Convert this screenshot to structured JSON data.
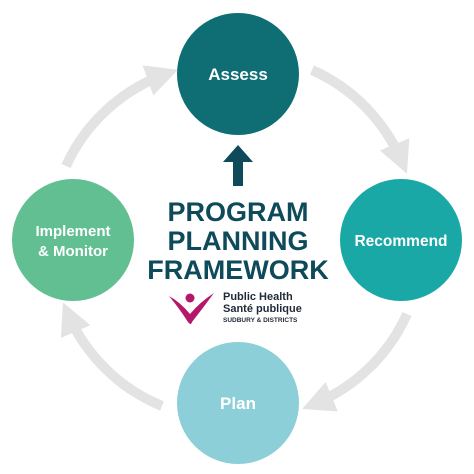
{
  "diagram": {
    "nodes": {
      "assess": {
        "label": "Assess",
        "color": "#0f6e73"
      },
      "recommend": {
        "label": "Recommend",
        "color": "#19a8a6"
      },
      "plan": {
        "label": "Plan",
        "color": "#8ccfd8"
      },
      "implement": {
        "line1": "Implement",
        "line2": "& Monitor",
        "color": "#61bf92"
      }
    },
    "center": {
      "title_line1": "PROGRAM",
      "title_line2": "PLANNING",
      "title_line3": "FRAMEWORK",
      "color": "#0e4a5a"
    },
    "logo": {
      "line1": "Public Health",
      "line2": "Santé publique",
      "line3": "SUDBURY & DISTRICTS",
      "icon": "person-with-arms-up-icon",
      "icon_color": "#b5176b"
    },
    "cycle_arrow_color": "#e3e3e3"
  }
}
